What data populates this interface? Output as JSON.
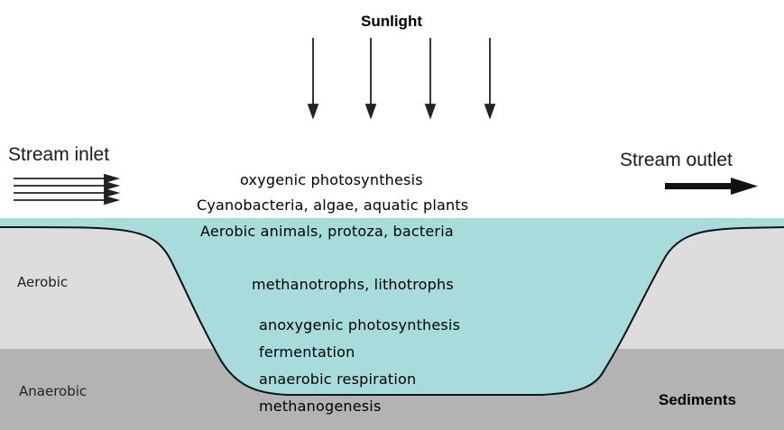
{
  "labels": {
    "sunlight": "Sunlight",
    "stream_inlet": "Stream inlet",
    "stream_outlet": "Stream outlet",
    "sediments": "Sediments"
  },
  "zones": {
    "aerobic": "Aerobic",
    "anaerobic": "Anaerobic"
  },
  "processes": {
    "oxygenic": "oxygenic photosynthesis",
    "cyanobacteria": "Cyanobacteria, algae, aquatic plants",
    "aerobic_animals": "Aerobic animals, protoza, bacteria",
    "methanotrophs": "methanotrophs, lithotrophs",
    "anoxygenic": "anoxygenic photosynthesis",
    "fermentation": "fermentation",
    "anaerobic_respiration": "anaerobic respiration",
    "methanogenesis": "methanogenesis"
  },
  "colors": {
    "water": "#a8dcdc",
    "aerobic_soil": "#dddddd",
    "anaerobic_soil": "#b3b3b3",
    "outline": "#111111"
  }
}
